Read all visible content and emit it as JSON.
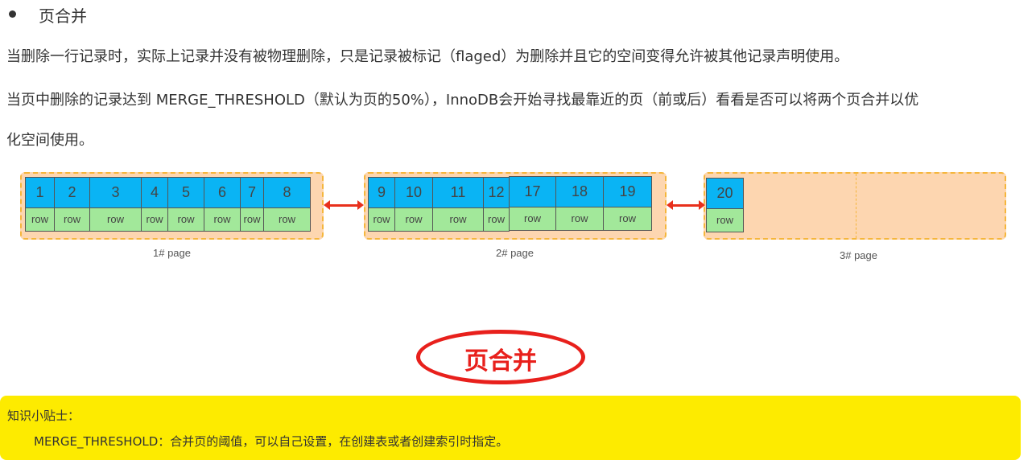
{
  "heading": "页合并",
  "paragraphs": [
    "当删除一行记录时，实际上记录并没有被物理删除，只是记录被标记（flaged）为删除并且它的空间变得允许被其他记录声明使用。",
    "当页中删除的记录达到 MERGE_THRESHOLD（默认为页的50%），InnoDB会开始寻找最靠近的页（前或后）看看是否可以将两个页合并以优",
    "化空间使用。"
  ],
  "pages": [
    {
      "label": "1# page",
      "records": [
        "1",
        "2",
        "3",
        "4",
        "5",
        "6",
        "7",
        "8"
      ]
    },
    {
      "label": "2# page",
      "records": [
        "9",
        "10",
        "11",
        "12",
        "17",
        "18",
        "19"
      ]
    },
    {
      "label": "3# page",
      "records": [
        "20"
      ]
    }
  ],
  "row_label": "row",
  "callout": "页合并",
  "tip": {
    "title": "知识小贴士：",
    "text": "MERGE_THRESHOLD：合并页的阈值，可以自己设置，在创建表或者创建索引时指定。"
  }
}
